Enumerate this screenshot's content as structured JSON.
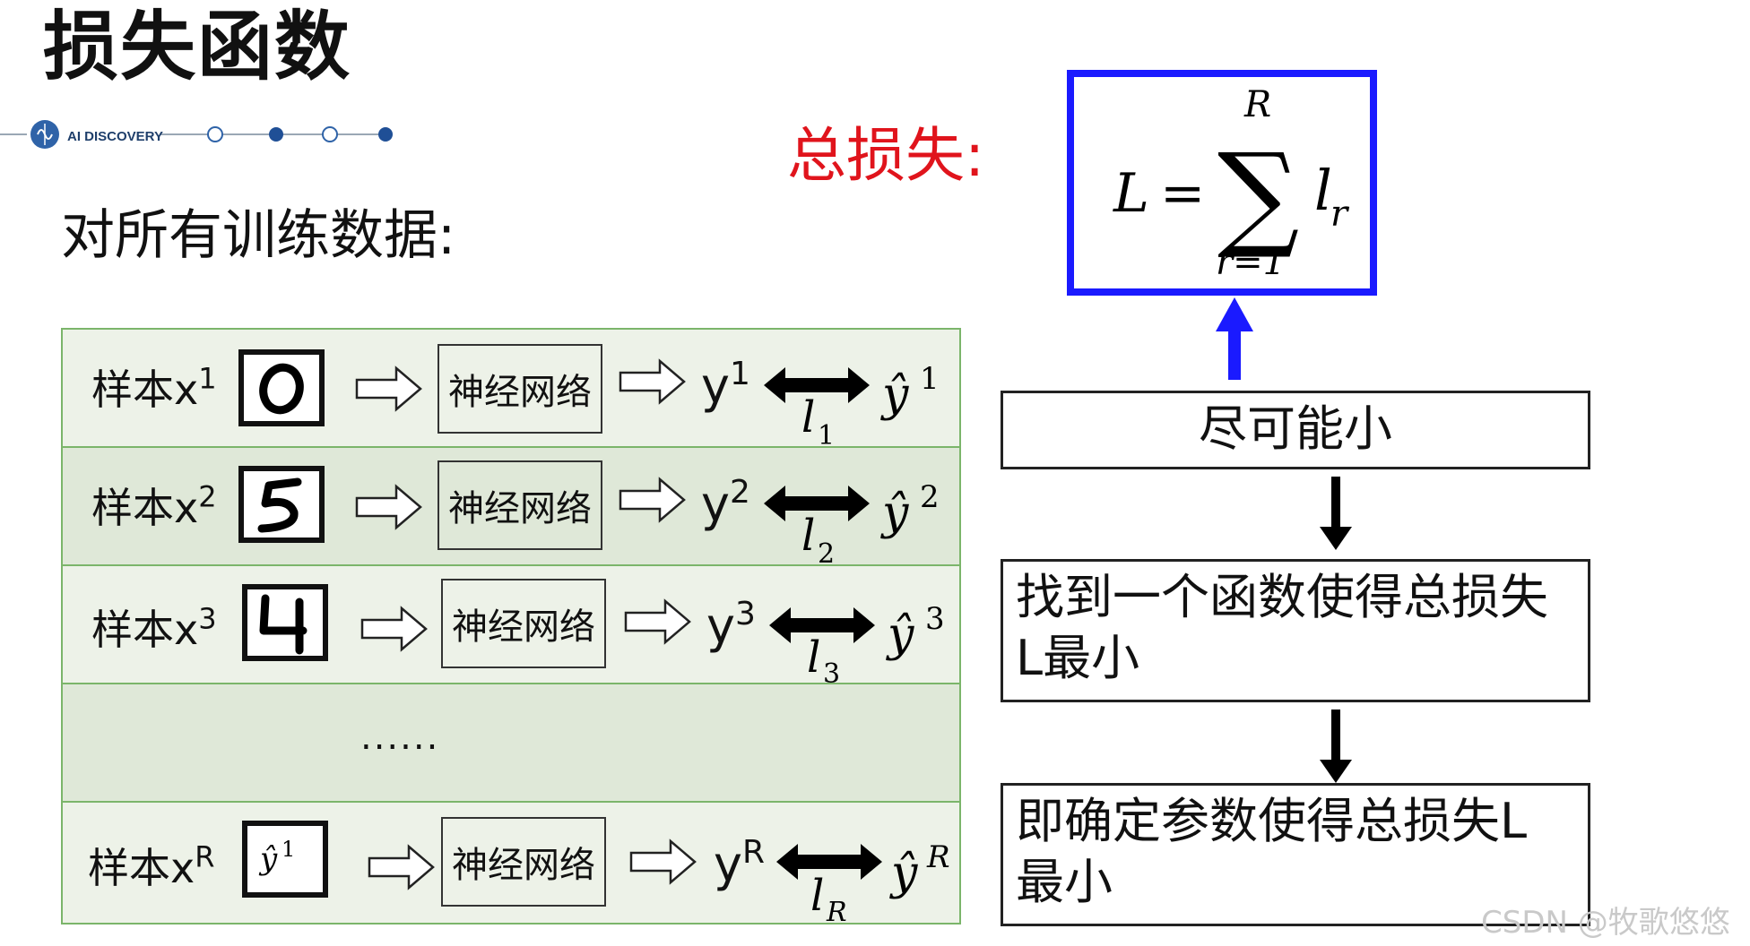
{
  "title": "损失函数",
  "logo": {
    "text": "AI DISCOVERY",
    "icon": "brain-circle-icon",
    "color": "#1f3f6b"
  },
  "subtitle": "对所有训练数据:",
  "total_loss_label": "总损失:",
  "formula": {
    "lhs": "L",
    "eq": "=",
    "sum_symbol": "∑",
    "upper": "R",
    "lower": "r=1",
    "term": "l",
    "term_sub": "r"
  },
  "rows": [
    {
      "sample_prefix": "样本x",
      "sample_sup": "1",
      "digit": "0",
      "net": "神经网络",
      "y": "y",
      "y_sup": "1",
      "loss": "l",
      "loss_sub": "1",
      "yhat": "ŷ",
      "yhat_sup": "1"
    },
    {
      "sample_prefix": "样本x",
      "sample_sup": "2",
      "digit": "5",
      "net": "神经网络",
      "y": "y",
      "y_sup": "2",
      "loss": "l",
      "loss_sub": "2",
      "yhat": "ŷ",
      "yhat_sup": "2"
    },
    {
      "sample_prefix": "样本x",
      "sample_sup": "3",
      "digit": "4",
      "net": "神经网络",
      "y": "y",
      "y_sup": "3",
      "loss": "l",
      "loss_sub": "3",
      "yhat": "ŷ",
      "yhat_sup": "3"
    },
    {
      "dots": "......"
    },
    {
      "sample_prefix": "样本x",
      "sample_sup": "R",
      "box_label": "ŷ",
      "box_label_sup": "1",
      "net": "神经网络",
      "y": "y",
      "y_sup": "R",
      "loss": "l",
      "loss_sub": "R",
      "yhat": "ŷ",
      "yhat_sup": "R"
    }
  ],
  "steps": [
    "尽可能小",
    "找到一个函数使得总损失L最小",
    "即确定参数使得总损失L最小"
  ],
  "watermark": "CSDN @牧歌悠悠",
  "colors": {
    "red": "#e0141c",
    "blue": "#1a1aff",
    "green_border": "#7bb56a",
    "row_light": "#edf2e8",
    "row_dark": "#dfe8d8"
  }
}
